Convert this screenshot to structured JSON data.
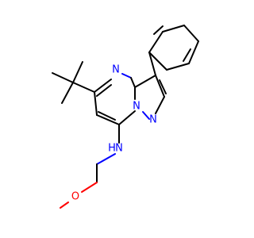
{
  "molecule": {
    "colors": {
      "bond": "#000000",
      "nitrogen": "#0000ff",
      "oxygen": "#ff0000",
      "background": "#ffffff"
    },
    "labels": {
      "n_ring_top": "N",
      "n_bridge": "N",
      "n_pyrazole": "N",
      "n_amine": "N",
      "h_amine": "H",
      "o_ether": "O"
    }
  }
}
